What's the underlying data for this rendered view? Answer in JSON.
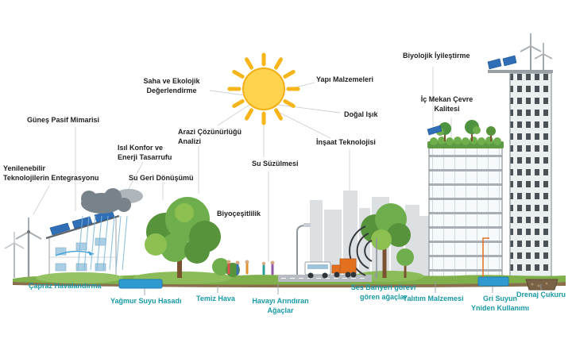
{
  "diagram": {
    "concepts": {
      "gunes_pasif_mimarisi": "Güneş Pasif Mimarisi",
      "saha_ve_ekolojik_degerlendirme": "Saha ve Ekolojik\nDeğerlendirme",
      "arazi_cozunurlugu_analizi": "Arazi Çözünürlüğü\nAnalizi",
      "isil_konfor_ve_enerji_tasarrufu": "Isıl Konfor ve\nEnerji Tasarrufu",
      "su_geri_donusumu": "Su Geri Dönüşümü",
      "yenilenebilir_teknolojilerin_entegrasyonu": "Yenilenebilir\nTeknolojilerin Entegrasyonu",
      "su_suzulmesi": "Su Süzülmesi",
      "biyocesitlilik": "Biyoçeşitlilik",
      "yapi_malzemeleri": "Yapı Malzemeleri",
      "dogal_isik": "Doğal Işık",
      "insaat_teknolojisi": "İnşaat Teknolojisi",
      "biyolojik_iyilestirme": "Biyolojik İyileştirme",
      "ic_mekan_cevre_kalitesi": "İç Mekan Çevre\nKalitesi"
    },
    "features": {
      "capraz_havalandirma": "Çapraz Havalandırma",
      "yagmur_suyu_hasadi": "Yağmur Suyu Hasadı",
      "temiz_hava": "Temiz Hava",
      "havayi_arindiran_agaclar": "Havayı Arındıran\nAğaçlar",
      "ses_bariyeri": "Ses Bariyeri görevi\ngören ağaçlar",
      "yalitim_malzemesi": "Yalıtım Malzemesi",
      "gri_suyun_yeniden_kullanimi": "Gri Suyun\nYniden Kullanımı",
      "drenaj_cukuru": "Drenaj Çukuru"
    },
    "colors": {
      "concept_text": "#1f1f1f",
      "feature_text": "#1899a8",
      "sun": "#ffd34d",
      "grass": "#7fb04c",
      "water": "#2f9ad2",
      "solar_panel": "#2e6fb8",
      "tree_green": "#57933b"
    }
  }
}
